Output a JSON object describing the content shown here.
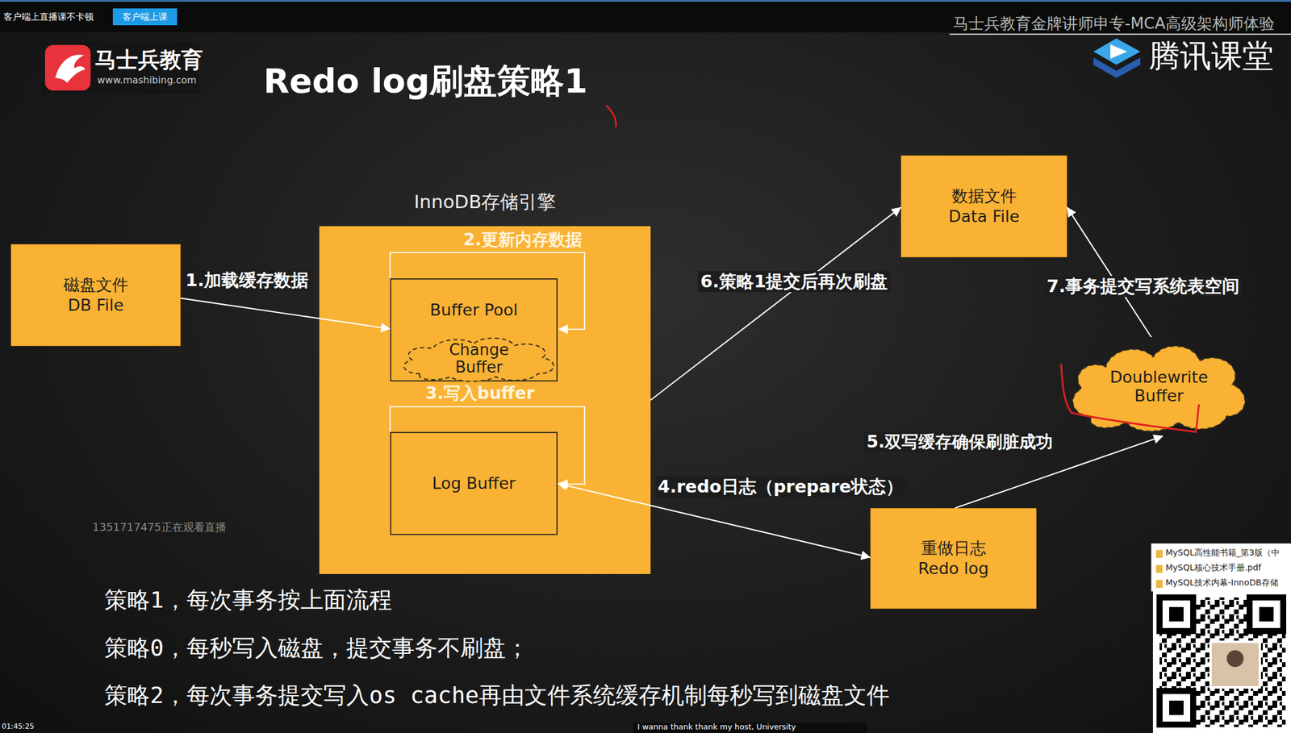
{
  "diagram": {
    "title": "Redo log刷盘策略1",
    "nodes": [
      {
        "text": [
          "磁盘文件",
          "DB File"
        ]
      },
      {
        "text": [
          "InnoDB存储引擎"
        ]
      },
      {
        "text": [
          "Buffer Pool"
        ],
        "in": 1
      },
      {
        "text": [
          "Change Buffer"
        ],
        "in": 2
      },
      {
        "text": [
          "Log Buffer"
        ],
        "in": 1
      },
      {
        "text": [
          "数据文件",
          "Data File"
        ]
      },
      {
        "text": [
          "Doublewrite Buffer"
        ]
      },
      {
        "text": [
          "重做日志",
          "Redo log"
        ]
      }
    ],
    "edges": [
      {
        "from": 0,
        "to": 2,
        "label": "1.加载缓存数据",
        "arrow": "to"
      },
      {
        "from": 4,
        "to": 7,
        "label": "4.redo日志（prepare状态）",
        "arrow": "both"
      },
      {
        "from": 7,
        "to": 6,
        "label": "5.双写缓存确保刷脏成功",
        "arrow": "to"
      },
      {
        "from": 1,
        "to": 5,
        "label": "6.策略1提交后再次刷盘",
        "arrow": "to"
      },
      {
        "from": 6,
        "to": 5,
        "label": "7.事务提交写系统表空间",
        "arrow": "to"
      }
    ],
    "labels": [
      "2.更新内存数据",
      "3.写入buffer",
      "策略1，每次事务按上面流程",
      "策略0，每秒写入磁盘，提交事务不刷盘；",
      "策略2，每次事务提交写入os cache再由文件系统缓存机制每秒写到磁盘文件",
      "1351717475正在观看直播",
      "客户端上直播课不卡顿",
      "客户端上课",
      "马士兵教育金牌讲师申专-MCA高级架构师体验",
      "马士兵教育",
      "www.mashibing.com",
      "腾讯课堂",
      "MySQL高性能书籍_第3版（中",
      "MySQL核心技术手册.pdf",
      "MySQL技术内幕-InnoDB存储",
      "01:45:25",
      "I wanna thank thank my host, University"
    ]
  }
}
